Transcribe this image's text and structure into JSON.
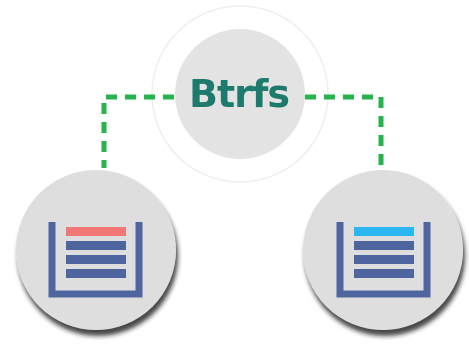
{
  "center": {
    "label": "Btrfs"
  },
  "colors": {
    "background": "#ffffff",
    "hub_circle": "#e3e3e4",
    "hub_ring": "#eeeeee",
    "label_text": "#1e7a6c",
    "connector": "#25b34b",
    "node_circle": "#dedede",
    "node_shadow": "#1f1f1f",
    "container_frame": "#4f65a0",
    "rows": "#4f65a0",
    "left_highlight": "#f27878",
    "right_highlight": "#2bb6f4"
  },
  "nodes": [
    {
      "name": "left-storage-node",
      "highlight": "left_highlight",
      "row_count": 3
    },
    {
      "name": "right-storage-node",
      "highlight": "right_highlight",
      "row_count": 3
    }
  ]
}
